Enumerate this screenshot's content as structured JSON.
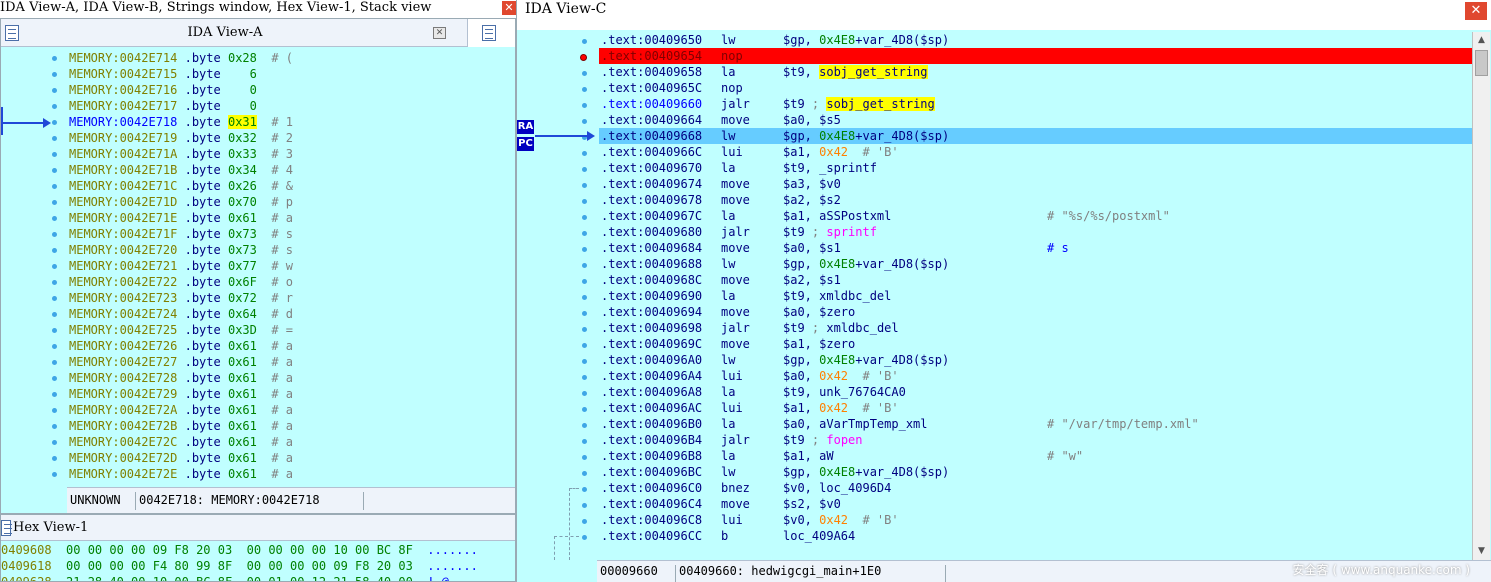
{
  "window_tabs": {
    "text": "IDA View-A, IDA View-B, Strings window, Hex View-1, Stack view",
    "close_icon": "close-icon"
  },
  "view_a": {
    "title": "IDA View-A",
    "rows": [
      {
        "addr": "MEMORY:0042E714",
        "op": ".byte",
        "val": "0x28",
        "cmt": "# ("
      },
      {
        "addr": "MEMORY:0042E715",
        "op": ".byte",
        "val": "   6",
        "cmt": ""
      },
      {
        "addr": "MEMORY:0042E716",
        "op": ".byte",
        "val": "   0",
        "cmt": ""
      },
      {
        "addr": "MEMORY:0042E717",
        "op": ".byte",
        "val": "   0",
        "cmt": ""
      },
      {
        "addr": "MEMORY:0042E718",
        "op": ".byte",
        "val": "0x31",
        "cmt": "# 1"
      },
      {
        "addr": "MEMORY:0042E719",
        "op": ".byte",
        "val": "0x32",
        "cmt": "# 2"
      },
      {
        "addr": "MEMORY:0042E71A",
        "op": ".byte",
        "val": "0x33",
        "cmt": "# 3"
      },
      {
        "addr": "MEMORY:0042E71B",
        "op": ".byte",
        "val": "0x34",
        "cmt": "# 4"
      },
      {
        "addr": "MEMORY:0042E71C",
        "op": ".byte",
        "val": "0x26",
        "cmt": "# &"
      },
      {
        "addr": "MEMORY:0042E71D",
        "op": ".byte",
        "val": "0x70",
        "cmt": "# p"
      },
      {
        "addr": "MEMORY:0042E71E",
        "op": ".byte",
        "val": "0x61",
        "cmt": "# a"
      },
      {
        "addr": "MEMORY:0042E71F",
        "op": ".byte",
        "val": "0x73",
        "cmt": "# s"
      },
      {
        "addr": "MEMORY:0042E720",
        "op": ".byte",
        "val": "0x73",
        "cmt": "# s"
      },
      {
        "addr": "MEMORY:0042E721",
        "op": ".byte",
        "val": "0x77",
        "cmt": "# w"
      },
      {
        "addr": "MEMORY:0042E722",
        "op": ".byte",
        "val": "0x6F",
        "cmt": "# o"
      },
      {
        "addr": "MEMORY:0042E723",
        "op": ".byte",
        "val": "0x72",
        "cmt": "# r"
      },
      {
        "addr": "MEMORY:0042E724",
        "op": ".byte",
        "val": "0x64",
        "cmt": "# d"
      },
      {
        "addr": "MEMORY:0042E725",
        "op": ".byte",
        "val": "0x3D",
        "cmt": "# ="
      },
      {
        "addr": "MEMORY:0042E726",
        "op": ".byte",
        "val": "0x61",
        "cmt": "# a"
      },
      {
        "addr": "MEMORY:0042E727",
        "op": ".byte",
        "val": "0x61",
        "cmt": "# a"
      },
      {
        "addr": "MEMORY:0042E728",
        "op": ".byte",
        "val": "0x61",
        "cmt": "# a"
      },
      {
        "addr": "MEMORY:0042E729",
        "op": ".byte",
        "val": "0x61",
        "cmt": "# a"
      },
      {
        "addr": "MEMORY:0042E72A",
        "op": ".byte",
        "val": "0x61",
        "cmt": "# a"
      },
      {
        "addr": "MEMORY:0042E72B",
        "op": ".byte",
        "val": "0x61",
        "cmt": "# a"
      },
      {
        "addr": "MEMORY:0042E72C",
        "op": ".byte",
        "val": "0x61",
        "cmt": "# a"
      },
      {
        "addr": "MEMORY:0042E72D",
        "op": ".byte",
        "val": "0x61",
        "cmt": "# a"
      },
      {
        "addr": "MEMORY:0042E72E",
        "op": ".byte",
        "val": "0x61",
        "cmt": "# a"
      }
    ],
    "current_row": 4,
    "status_left": "UNKNOWN",
    "status_right": "0042E718: MEMORY:0042E718"
  },
  "hex_view": {
    "title": "Hex View-1",
    "rows": [
      {
        "addr": "0409608",
        "bytes": "00 00 00 00 09 F8 20 03  00 00 00 00 10 00 BC 8F",
        "ascii": "......."
      },
      {
        "addr": "0409618",
        "bytes": "00 00 00 00 F4 80 99 8F  00 00 00 00 09 F8 20 03",
        "ascii": "......."
      },
      {
        "addr": "0409628",
        "bytes": "21 28 40 00 10 00 BC 8F  00 01 00 12 21 58 40 00",
        "ascii": "!.@"
      }
    ]
  },
  "view_c": {
    "title": "IDA View-C",
    "close_label": "✕",
    "rows": [
      {
        "addr": ".text:00409650",
        "op": "lw",
        "args": [
          {
            "t": "$gp, ",
            "c": "reg"
          },
          {
            "t": "0x4E8",
            "c": "num"
          },
          {
            "t": "+var_4D8($sp)",
            "c": "reg"
          }
        ],
        "cmt": ""
      },
      {
        "addr": ".text:00409654",
        "op": "nop",
        "args": [],
        "cmt": "",
        "bp": true
      },
      {
        "addr": ".text:00409658",
        "op": "la",
        "args": [
          {
            "t": "$t9, ",
            "c": "reg"
          },
          {
            "t": "sobj_get_string",
            "c": "ylw"
          }
        ],
        "cmt": ""
      },
      {
        "addr": ".text:0040965C",
        "op": "nop",
        "args": [],
        "cmt": ""
      },
      {
        "addr": ".text:00409660",
        "op": "jalr",
        "args": [
          {
            "t": "$t9",
            "c": "reg"
          },
          {
            "t": " ; ",
            "c": "cmt"
          },
          {
            "t": "sobj_get_string",
            "c": "ylw"
          }
        ],
        "cmt": ""
      },
      {
        "addr": ".text:00409664",
        "op": "move",
        "args": [
          {
            "t": "$a0, $s5",
            "c": "reg"
          }
        ],
        "cmt": ""
      },
      {
        "addr": ".text:00409668",
        "op": "lw",
        "args": [
          {
            "t": "$gp, ",
            "c": "reg"
          },
          {
            "t": "0x4E8",
            "c": "num"
          },
          {
            "t": "+var_4D8($sp)",
            "c": "reg"
          }
        ],
        "cmt": "",
        "pc": true
      },
      {
        "addr": ".text:0040966C",
        "op": "lui",
        "args": [
          {
            "t": "$a1, ",
            "c": "reg"
          },
          {
            "t": "0x42",
            "c": "imm"
          },
          {
            "t": "  # 'B'",
            "c": "cmt"
          }
        ],
        "cmt": ""
      },
      {
        "addr": ".text:00409670",
        "op": "la",
        "args": [
          {
            "t": "$t9, _sprintf",
            "c": "reg"
          }
        ],
        "cmt": ""
      },
      {
        "addr": ".text:00409674",
        "op": "move",
        "args": [
          {
            "t": "$a3, $v0",
            "c": "reg"
          }
        ],
        "cmt": ""
      },
      {
        "addr": ".text:00409678",
        "op": "move",
        "args": [
          {
            "t": "$a2, $s2",
            "c": "reg"
          }
        ],
        "cmt": ""
      },
      {
        "addr": ".text:0040967C",
        "op": "la",
        "args": [
          {
            "t": "$a1, aSSPostxml",
            "c": "reg"
          }
        ],
        "cmt": "# \"%s/%s/postxml\""
      },
      {
        "addr": ".text:00409680",
        "op": "jalr",
        "args": [
          {
            "t": "$t9",
            "c": "reg"
          },
          {
            "t": " ; ",
            "c": "cmt"
          },
          {
            "t": "sprintf",
            "c": "fn"
          }
        ],
        "cmt": ""
      },
      {
        "addr": ".text:00409684",
        "op": "move",
        "args": [
          {
            "t": "$a0, $s1",
            "c": "reg"
          }
        ],
        "cmt": "# s",
        "cmt_blue": true
      },
      {
        "addr": ".text:00409688",
        "op": "lw",
        "args": [
          {
            "t": "$gp, ",
            "c": "reg"
          },
          {
            "t": "0x4E8",
            "c": "num"
          },
          {
            "t": "+var_4D8($sp)",
            "c": "reg"
          }
        ],
        "cmt": ""
      },
      {
        "addr": ".text:0040968C",
        "op": "move",
        "args": [
          {
            "t": "$a2, $s1",
            "c": "reg"
          }
        ],
        "cmt": ""
      },
      {
        "addr": ".text:00409690",
        "op": "la",
        "args": [
          {
            "t": "$t9, xmldbc_del",
            "c": "reg"
          }
        ],
        "cmt": ""
      },
      {
        "addr": ".text:00409694",
        "op": "move",
        "args": [
          {
            "t": "$a0, $zero",
            "c": "reg"
          }
        ],
        "cmt": ""
      },
      {
        "addr": ".text:00409698",
        "op": "jalr",
        "args": [
          {
            "t": "$t9",
            "c": "reg"
          },
          {
            "t": " ; ",
            "c": "cmt"
          },
          {
            "t": "xmldbc_del",
            "c": "reg"
          }
        ],
        "cmt": ""
      },
      {
        "addr": ".text:0040969C",
        "op": "move",
        "args": [
          {
            "t": "$a1, $zero",
            "c": "reg"
          }
        ],
        "cmt": ""
      },
      {
        "addr": ".text:004096A0",
        "op": "lw",
        "args": [
          {
            "t": "$gp, ",
            "c": "reg"
          },
          {
            "t": "0x4E8",
            "c": "num"
          },
          {
            "t": "+var_4D8($sp)",
            "c": "reg"
          }
        ],
        "cmt": ""
      },
      {
        "addr": ".text:004096A4",
        "op": "lui",
        "args": [
          {
            "t": "$a0, ",
            "c": "reg"
          },
          {
            "t": "0x42",
            "c": "imm"
          },
          {
            "t": "  # 'B'",
            "c": "cmt"
          }
        ],
        "cmt": ""
      },
      {
        "addr": ".text:004096A8",
        "op": "la",
        "args": [
          {
            "t": "$t9, unk_76764CA0",
            "c": "reg"
          }
        ],
        "cmt": ""
      },
      {
        "addr": ".text:004096AC",
        "op": "lui",
        "args": [
          {
            "t": "$a1, ",
            "c": "reg"
          },
          {
            "t": "0x42",
            "c": "imm"
          },
          {
            "t": "  # 'B'",
            "c": "cmt"
          }
        ],
        "cmt": ""
      },
      {
        "addr": ".text:004096B0",
        "op": "la",
        "args": [
          {
            "t": "$a0, aVarTmpTemp_xml",
            "c": "reg"
          }
        ],
        "cmt": "# \"/var/tmp/temp.xml\""
      },
      {
        "addr": ".text:004096B4",
        "op": "jalr",
        "args": [
          {
            "t": "$t9",
            "c": "reg"
          },
          {
            "t": " ; ",
            "c": "cmt"
          },
          {
            "t": "fopen",
            "c": "fn"
          }
        ],
        "cmt": ""
      },
      {
        "addr": ".text:004096B8",
        "op": "la",
        "args": [
          {
            "t": "$a1, aW",
            "c": "reg"
          }
        ],
        "cmt": "# \"w\""
      },
      {
        "addr": ".text:004096BC",
        "op": "lw",
        "args": [
          {
            "t": "$gp, ",
            "c": "reg"
          },
          {
            "t": "0x4E8",
            "c": "num"
          },
          {
            "t": "+var_4D8($sp)",
            "c": "reg"
          }
        ],
        "cmt": ""
      },
      {
        "addr": ".text:004096C0",
        "op": "bnez",
        "args": [
          {
            "t": "$v0, loc_4096D4",
            "c": "reg"
          }
        ],
        "cmt": ""
      },
      {
        "addr": ".text:004096C4",
        "op": "move",
        "args": [
          {
            "t": "$s2, $v0",
            "c": "reg"
          }
        ],
        "cmt": ""
      },
      {
        "addr": ".text:004096C8",
        "op": "lui",
        "args": [
          {
            "t": "$v0, ",
            "c": "reg"
          },
          {
            "t": "0x42",
            "c": "imm"
          },
          {
            "t": "  # 'B'",
            "c": "cmt"
          }
        ],
        "cmt": ""
      },
      {
        "addr": ".text:004096CC",
        "op": "b",
        "args": [
          {
            "t": "loc_409A64",
            "c": "reg"
          }
        ],
        "cmt": ""
      }
    ],
    "tags": {
      "ra": "RA",
      "pc": "PC"
    },
    "status_left": "00009660",
    "status_right": "00409660: hedwigcgi_main+1E0",
    "watermark": "安全客 ( www.anquanke.com )"
  },
  "colors": {
    "listing_bg": "#c0ffff",
    "breakpoint_row": "#ff0000",
    "pc_row": "#66ccff",
    "highlight": "#ffff00",
    "arrow": "#2048d8"
  }
}
